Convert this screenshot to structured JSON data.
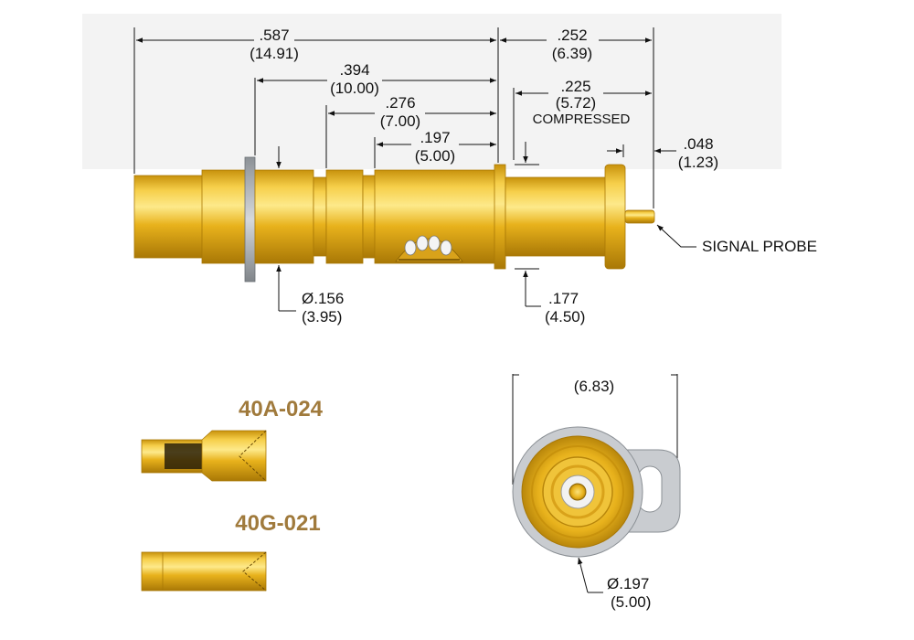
{
  "dimensions": {
    "overall_length": {
      "in": ".587",
      "mm": "(14.91)"
    },
    "length_394": {
      "in": ".394",
      "mm": "(10.00)"
    },
    "length_276": {
      "in": ".276",
      "mm": "(7.00)"
    },
    "length_197": {
      "in": ".197",
      "mm": "(5.00)"
    },
    "stroke_total": {
      "in": ".252",
      "mm": "(6.39)"
    },
    "stroke_compressed": {
      "in": ".225",
      "mm": "(5.72)",
      "note": "COMPRESSED"
    },
    "probe_tip": {
      "in": ".048",
      "mm": "(1.23)"
    },
    "body_diameter": {
      "in": "Ø.156",
      "mm": "(3.95)"
    },
    "flange_diameter": {
      "in": ".177",
      "mm": "(4.50)"
    },
    "face_width": {
      "mm": "(6.83)"
    },
    "face_diameter": {
      "in": "Ø.197",
      "mm": "(5.00)"
    }
  },
  "callouts": {
    "signal_probe": "SIGNAL PROBE"
  },
  "parts": [
    {
      "label": "40A-024"
    },
    {
      "label": "40G-021"
    }
  ],
  "colors": {
    "gold": "#e8b21c",
    "gold_dark": "#b8860b",
    "gold_light": "#fbe27a",
    "gray": "#9ea3a8",
    "label": "#a07a3c"
  }
}
